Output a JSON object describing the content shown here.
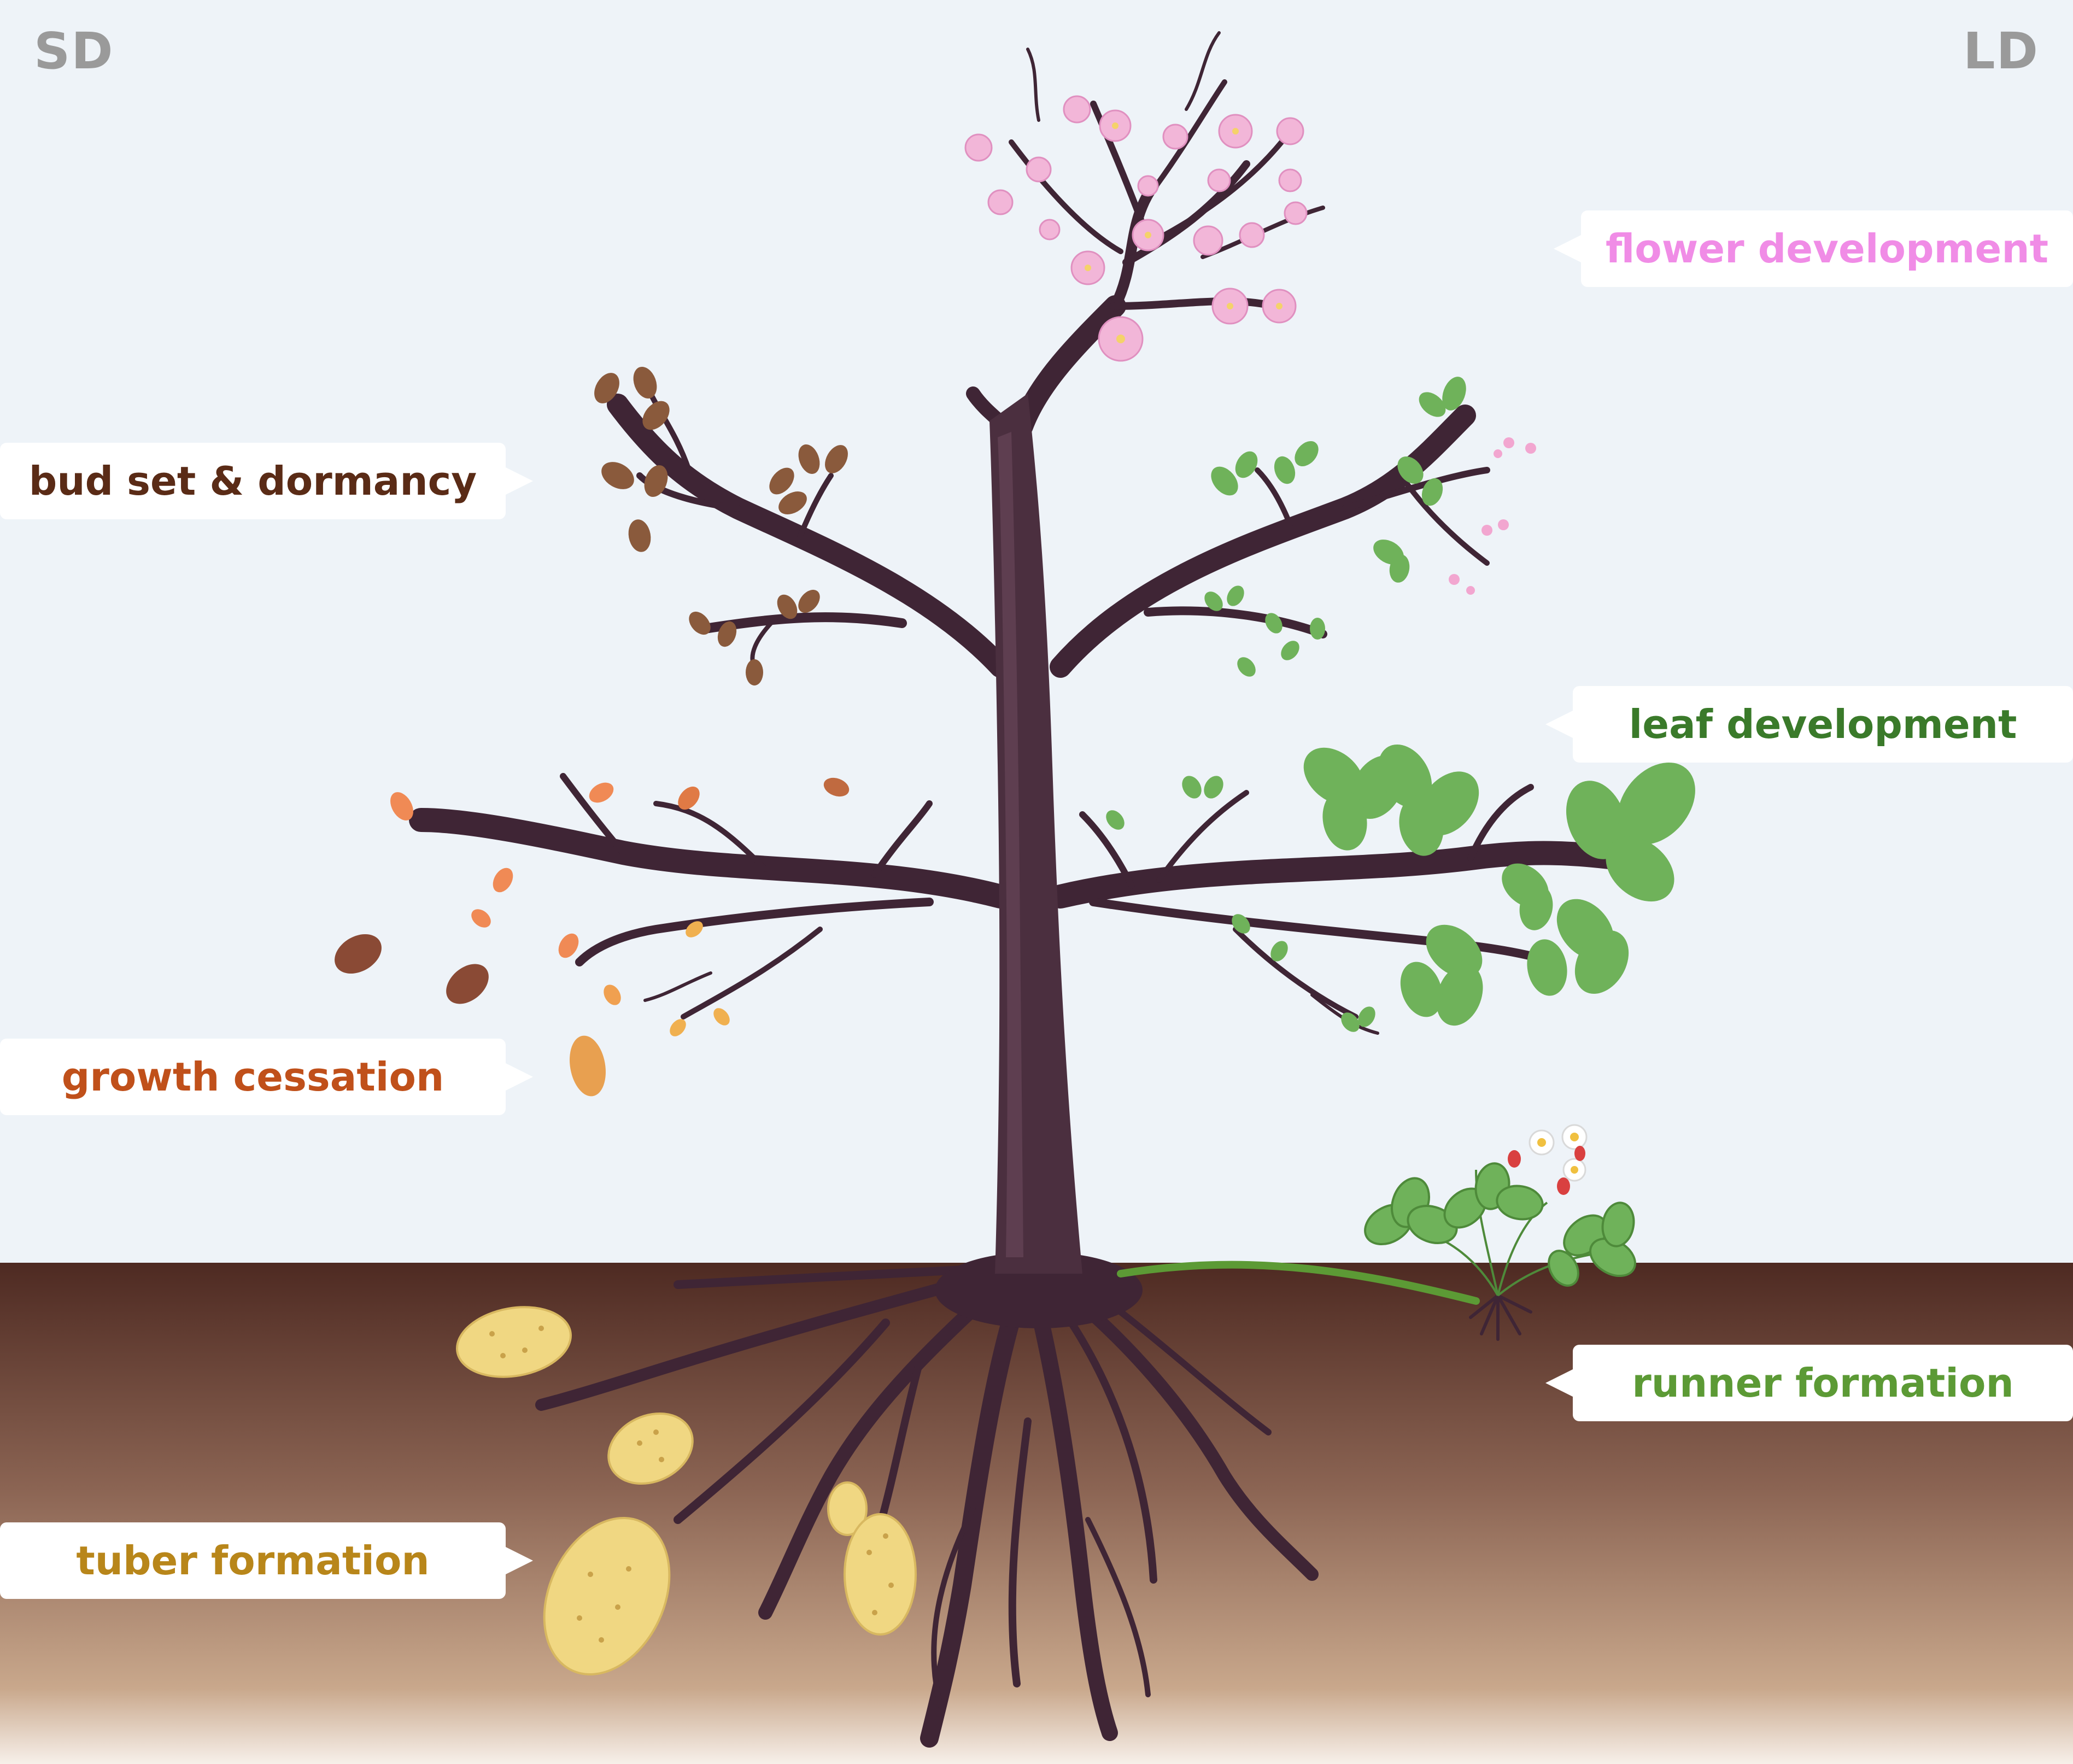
{
  "corners": {
    "left": "SD",
    "right": "LD"
  },
  "labels": {
    "bud_set": "bud set & dormancy",
    "growth_cessation": "growth cessation",
    "tuber_formation": "tuber formation",
    "flower_development": "flower development",
    "leaf_development": "leaf development",
    "runner_formation": "runner formation"
  },
  "colors": {
    "sky": "#eef3f8",
    "soil_top": "#553128",
    "soil_bottom": "#c9a88c",
    "trunk": "#4b2f3f",
    "bud_set": "#5a2b16",
    "growth_cessation": "#c0501a",
    "tuber_formation": "#b8861a",
    "flower_development": "#f08ce6",
    "leaf_development": "#3a7a2a",
    "runner_formation": "#5c9a35",
    "tuber": "#f0d782",
    "leaf_green": "#6fb25a",
    "blossom": "#f2b6d8",
    "brown_bud": "#8a5a3c",
    "orange_leaf": "#f08a55"
  }
}
